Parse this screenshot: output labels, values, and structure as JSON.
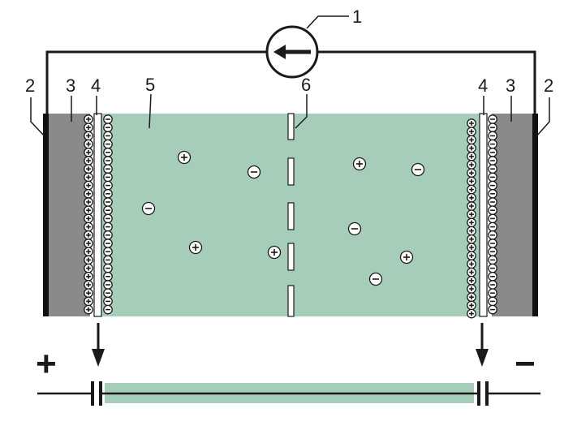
{
  "labels": {
    "l1": "1",
    "l2_left": "2",
    "l3_left": "3",
    "l4_left": "4",
    "l5": "5",
    "l6": "6",
    "l4_right": "4",
    "l3_right": "3",
    "l2_right": "2"
  },
  "terminals": {
    "plus": "+",
    "minus": "−"
  },
  "colors": {
    "electrolyte": "#a5cdb9",
    "electrode": "#8a8a8a",
    "collector": "#111111",
    "line": "#1a1a1a",
    "ion_fill": "#ffffff"
  },
  "icons": {
    "source": "current-source-arrow-icon",
    "arrow_down": "arrow-down-icon"
  }
}
